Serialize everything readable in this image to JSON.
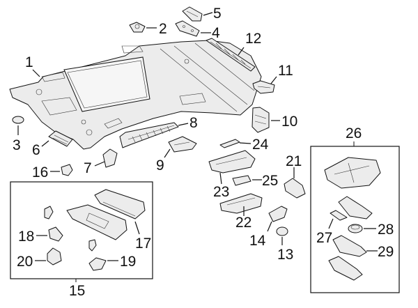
{
  "diagram": {
    "title": "Headliner / roof interior components exploded view",
    "callouts": [
      {
        "id": "1",
        "label": "1",
        "part": "headliner"
      },
      {
        "id": "2",
        "label": "2",
        "part": "clip"
      },
      {
        "id": "3",
        "label": "3",
        "part": "plug"
      },
      {
        "id": "4",
        "label": "4",
        "part": "bezel"
      },
      {
        "id": "5",
        "label": "5",
        "part": "lamp-housing"
      },
      {
        "id": "6",
        "label": "6",
        "part": "vent-grille"
      },
      {
        "id": "7",
        "label": "7",
        "part": "bracket"
      },
      {
        "id": "8",
        "label": "8",
        "part": "grab-handle-trim"
      },
      {
        "id": "9",
        "label": "9",
        "part": "trim-piece"
      },
      {
        "id": "10",
        "label": "10",
        "part": "pillar-trim"
      },
      {
        "id": "11",
        "label": "11",
        "part": "bracket"
      },
      {
        "id": "12",
        "label": "12",
        "part": "support-strip"
      },
      {
        "id": "13",
        "label": "13",
        "part": "bulb"
      },
      {
        "id": "14",
        "label": "14",
        "part": "lamp-assembly"
      },
      {
        "id": "15",
        "label": "15",
        "part": "sun-visor-group"
      },
      {
        "id": "16",
        "label": "16",
        "part": "clip"
      },
      {
        "id": "17",
        "label": "17",
        "part": "sun-visor"
      },
      {
        "id": "18",
        "label": "18",
        "part": "visor-bracket"
      },
      {
        "id": "19",
        "label": "19",
        "part": "visor-hinge"
      },
      {
        "id": "20",
        "label": "20",
        "part": "visor-holder"
      },
      {
        "id": "21",
        "label": "21",
        "part": "reading-lamp"
      },
      {
        "id": "22",
        "label": "22",
        "part": "console-bracket"
      },
      {
        "id": "23",
        "label": "23",
        "part": "console-frame"
      },
      {
        "id": "24",
        "label": "24",
        "part": "lens"
      },
      {
        "id": "25",
        "label": "25",
        "part": "switch"
      },
      {
        "id": "26",
        "label": "26",
        "part": "overhead-console-group"
      },
      {
        "id": "27",
        "label": "27",
        "part": "lens"
      },
      {
        "id": "28",
        "label": "28",
        "part": "knob"
      },
      {
        "id": "29",
        "label": "29",
        "part": "housing"
      }
    ]
  }
}
